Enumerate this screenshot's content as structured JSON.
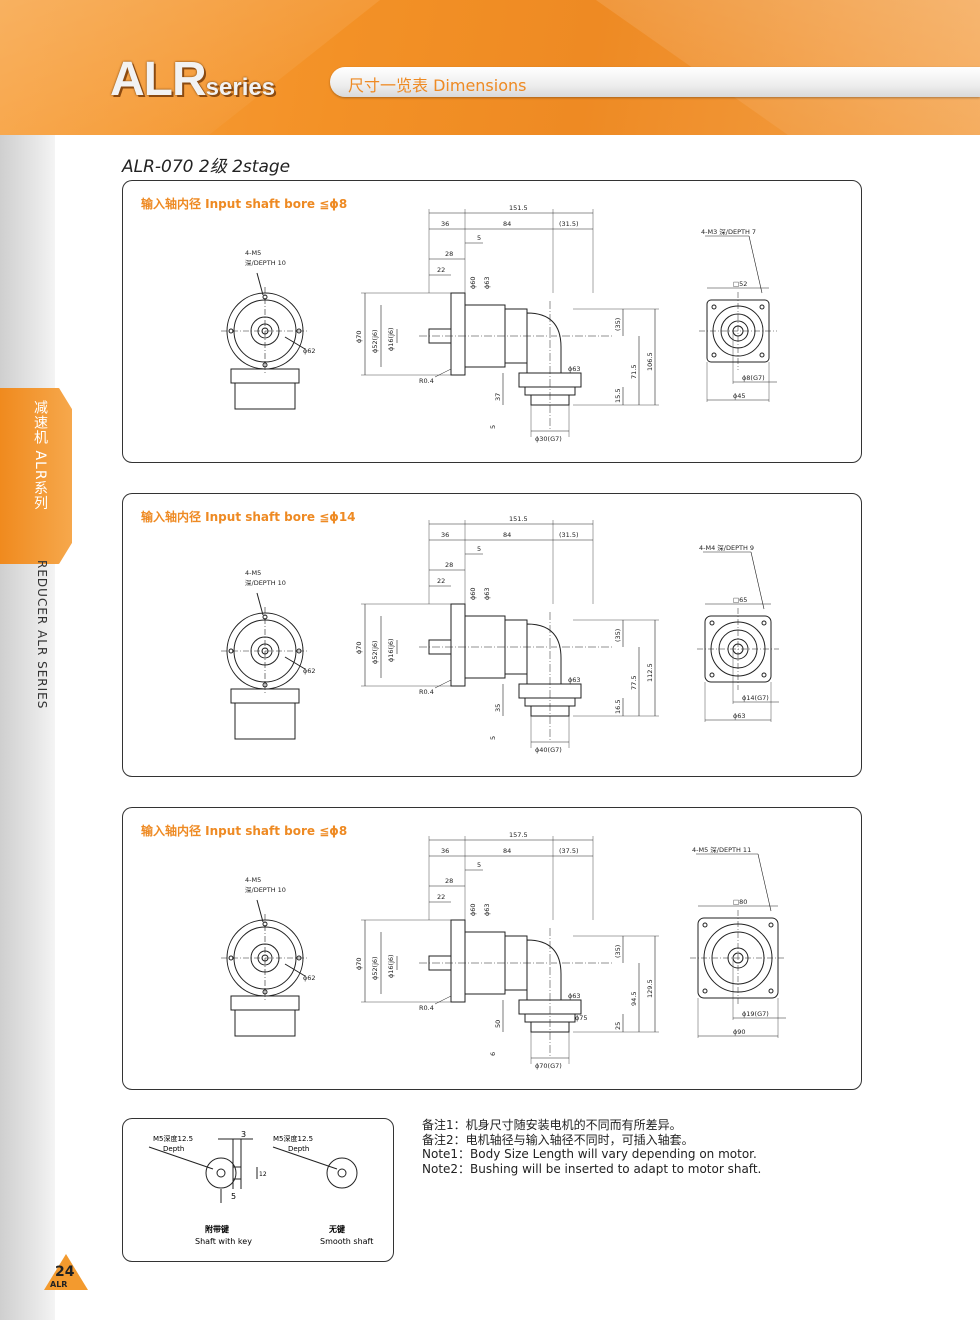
{
  "header": {
    "logo_main": "ALR",
    "logo_sub": "series",
    "title": "尺寸一览表  Dimensions"
  },
  "sidebar": {
    "tab_label": "减速机  ALR系列",
    "label": "REDUCER  ALR  SERIES",
    "page_number": "24",
    "page_sub": "ALR"
  },
  "model_heading": "ALR-070  2级  2stage",
  "panels": [
    {
      "label": "输入轴内径  Input shaft bore  ≦ϕ8",
      "dims": {
        "total": "151.5",
        "d36": "36",
        "d84": "84",
        "d31": "(31.5)",
        "d5": "5",
        "d28": "28",
        "d22": "22",
        "phi60": "ϕ60",
        "phi63": "ϕ63",
        "phi70": "ϕ70",
        "phi52": "ϕ52(j6)",
        "phi16": "ϕ16(j6)",
        "h35": "(35)",
        "h106": "106.5",
        "h71": "71.5",
        "h15": "15.5",
        "h37": "37",
        "phi63b": "ϕ63",
        "r": "R0.4",
        "bot5": "5",
        "phi30": "ϕ30(G7)",
        "hole": "4-M5",
        "hole_depth": "深/DEPTH  10",
        "pcd": "ϕ62",
        "right_hole": "4-M3  深/DEPTH  7",
        "sq": "□52",
        "bore": "ϕ8(G7)",
        "pcd_right": "ϕ45"
      }
    },
    {
      "label": "输入轴内径  Input shaft bore  ≦ϕ14",
      "dims": {
        "total": "151.5",
        "d36": "36",
        "d84": "84",
        "d31": "(31.5)",
        "d5": "5",
        "d28": "28",
        "d22": "22",
        "phi60": "ϕ60",
        "phi63": "ϕ63",
        "phi70": "ϕ70",
        "phi52": "ϕ52(j6)",
        "phi16": "ϕ16(j6)",
        "h35": "(35)",
        "h106": "112.5",
        "h71": "77.5",
        "h15": "16.5",
        "h37": "35",
        "phi63b": "ϕ63",
        "r": "R0.4",
        "bot5": "5",
        "phi30": "ϕ40(G7)",
        "hole": "4-M5",
        "hole_depth": "深/DEPTH  10",
        "pcd": "ϕ62",
        "right_hole": "4-M4  深/DEPTH  9",
        "sq": "□65",
        "bore": "ϕ14(G7)",
        "pcd_right": "ϕ63"
      }
    },
    {
      "label": "输入轴内径  Input shaft bore  ≦ϕ8",
      "dims": {
        "total": "157.5",
        "d36": "36",
        "d84": "84",
        "d31": "(37.5)",
        "d5": "5",
        "d28": "28",
        "d22": "22",
        "phi60": "ϕ60",
        "phi63": "ϕ63",
        "phi70": "ϕ70",
        "phi52": "ϕ52(j6)",
        "phi16": "ϕ16(j6)",
        "h35": "(35)",
        "h106": "129.5",
        "h71": "94.5",
        "h15": "25",
        "h37": "50",
        "phi63b": "ϕ63",
        "phi75": "ϕ75",
        "r": "R0.4",
        "bot5": "6",
        "phi30": "ϕ70(G7)",
        "hole": "4-M5",
        "hole_depth": "深/DEPTH  10",
        "pcd": "ϕ62",
        "right_hole": "4-M5  深/DEPTH  11",
        "sq": "□80",
        "bore": "ϕ19(G7)",
        "pcd_right": "ϕ90"
      }
    }
  ],
  "shaft_notes": {
    "keyed_label1": "M5深度12.5",
    "keyed_label2": "Depth",
    "keyed_dim3": "3",
    "keyed_dim5": "5",
    "keyed_dim12": "12",
    "keyed_caption": "附带键",
    "keyed_caption_en": "Shaft with key",
    "smooth_label1": "M5深度12.5",
    "smooth_label2": "Depth",
    "smooth_caption": "无键",
    "smooth_caption_en": "Smooth shaft"
  },
  "notes": [
    "备注1：机身尺寸随安装电机的不同而有所差异。",
    "备注2：电机轴径与输入轴径不同时，可插入轴套。",
    "Note1：Body Size Length will vary depending on motor.",
    "Note2：Bushing will be inserted to adapt to motor shaft."
  ]
}
